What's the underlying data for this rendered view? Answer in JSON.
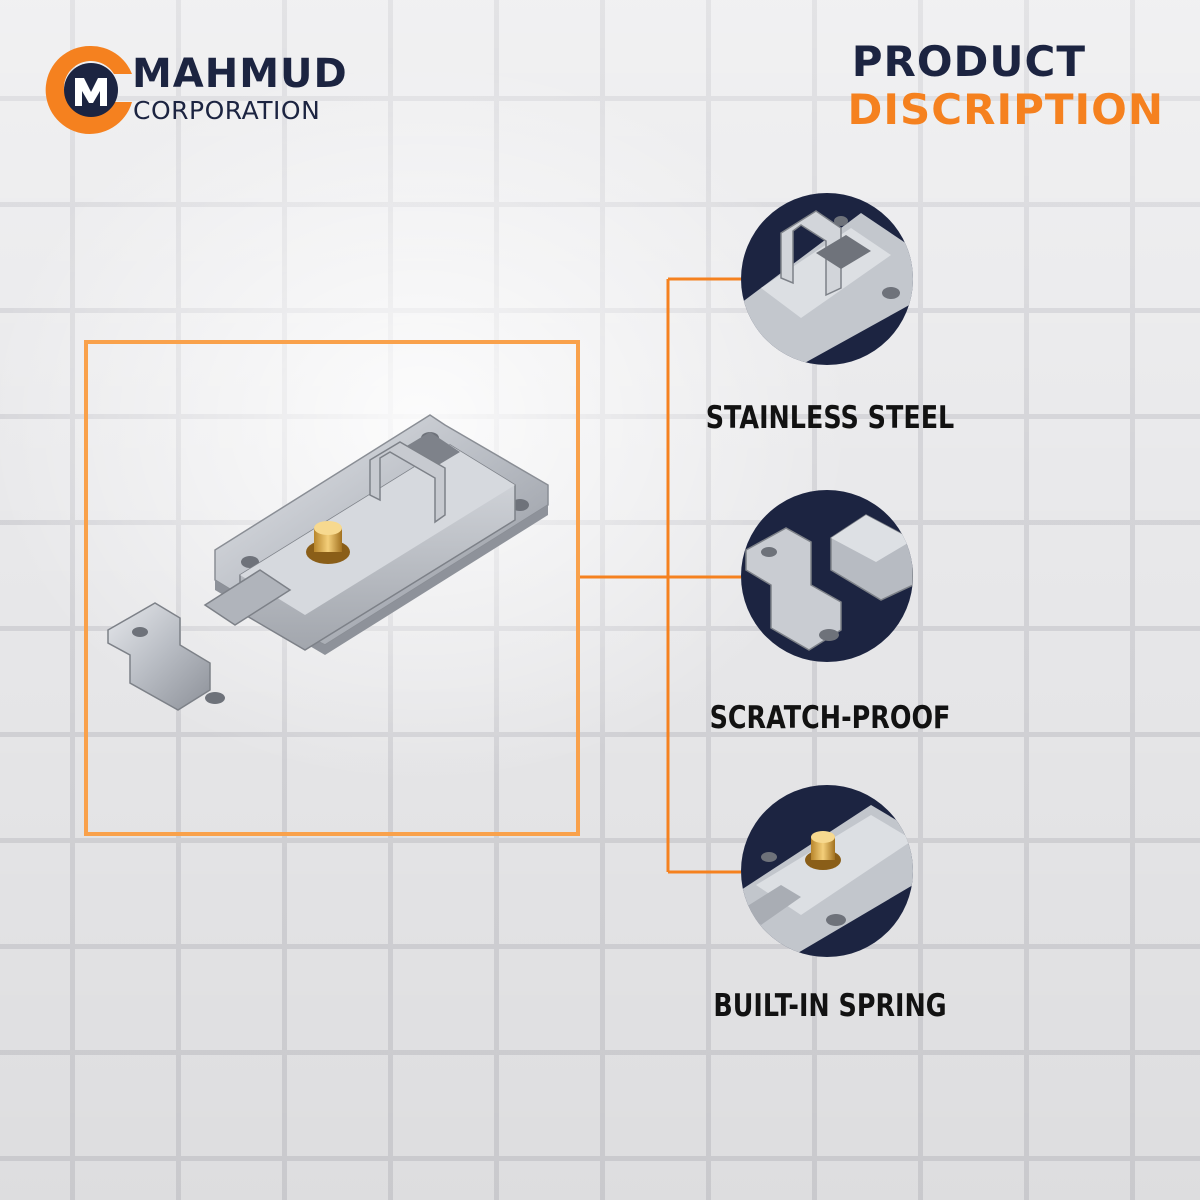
{
  "brand": {
    "name": "MAHMUD",
    "subtitle": "CORPORATION",
    "logo_icon": "mahmud-m-logo",
    "colors": {
      "navy": "#1c2441",
      "orange": "#f5811f"
    }
  },
  "heading": {
    "line1": "PRODUCT",
    "line2": "DISCRIPTION"
  },
  "product": {
    "icon": "slide-latch-bolt"
  },
  "features": [
    {
      "label": "STAINLESS STEEL",
      "icon": "latch-closeup-icon"
    },
    {
      "label": "SCRATCH-PROOF",
      "icon": "latch-bracket-icon"
    },
    {
      "label": "BUILT-IN SPRING",
      "icon": "brass-knob-icon"
    }
  ]
}
